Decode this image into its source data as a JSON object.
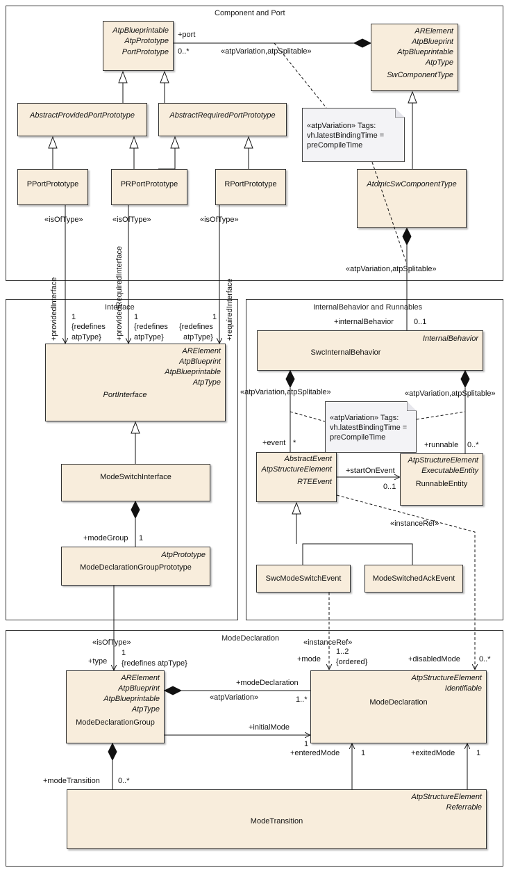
{
  "packages": {
    "component_port": "Component and Port",
    "interface": "Interface",
    "internal_behavior": "InternalBehavior and Runnables",
    "mode_declaration": "ModeDeclaration"
  },
  "classes": {
    "port_prototype": {
      "stereotypes": [
        "AtpBlueprintable",
        "AtpPrototype"
      ],
      "name": "PortPrototype"
    },
    "sw_component_type": {
      "stereotypes": [
        "ARElement",
        "AtpBlueprint",
        "AtpBlueprintable",
        "AtpType"
      ],
      "name": "SwComponentType"
    },
    "abstract_provided": {
      "name": "AbstractProvidedPortPrototype"
    },
    "abstract_required": {
      "name": "AbstractRequiredPortPrototype"
    },
    "pport": {
      "name": "PPortPrototype"
    },
    "prport": {
      "name": "PRPortPrototype"
    },
    "rport": {
      "name": "RPortPrototype"
    },
    "atomic_sw": {
      "name": "AtomicSwComponentType"
    },
    "port_interface": {
      "stereotypes": [
        "ARElement",
        "AtpBlueprint",
        "AtpBlueprintable",
        "AtpType"
      ],
      "name": "PortInterface"
    },
    "mode_switch_interface": {
      "name": "ModeSwitchInterface"
    },
    "mdgp": {
      "stereotypes": [
        "AtpPrototype"
      ],
      "name": "ModeDeclarationGroupPrototype"
    },
    "swc_internal_behavior": {
      "stereotypes": [
        "InternalBehavior"
      ],
      "name": "SwcInternalBehavior"
    },
    "rte_event": {
      "stereotypes": [
        "AbstractEvent",
        "AtpStructureElement"
      ],
      "name": "RTEEvent"
    },
    "runnable": {
      "stereotypes": [
        "AtpStructureElement",
        "ExecutableEntity"
      ],
      "name": "RunnableEntity"
    },
    "swc_mode_switch_event": {
      "name": "SwcModeSwitchEvent"
    },
    "mode_switched_ack_event": {
      "name": "ModeSwitchedAckEvent"
    },
    "mdg": {
      "stereotypes": [
        "ARElement",
        "AtpBlueprint",
        "AtpBlueprintable",
        "AtpType"
      ],
      "name": "ModeDeclarationGroup"
    },
    "mode_declaration": {
      "stereotypes": [
        "AtpStructureElement",
        "Identifiable"
      ],
      "name": "ModeDeclaration"
    },
    "mode_transition": {
      "stereotypes": [
        "AtpStructureElement",
        "Referrable"
      ],
      "name": "ModeTransition"
    }
  },
  "notes": {
    "note1": [
      "«atpVariation» Tags:",
      "vh.latestBindingTime =",
      "preCompileTime"
    ],
    "note2": [
      "«atpVariation» Tags:",
      "vh.latestBindingTime =",
      "preCompileTime"
    ]
  },
  "labels": {
    "port_role": "+port",
    "port_mult": "0..*",
    "port_variation": "«atpVariation,atpSplitable»",
    "atomic_variation": "«atpVariation,atpSplitable»",
    "isoftype_p": "«isOfType»",
    "isoftype_pr": "«isOfType»",
    "isoftype_r": "«isOfType»",
    "provided_interface": "+providedInterface",
    "provided_required_interface": "+providedRequiredInterface",
    "required_interface": "+requiredInterface",
    "mult_1a": "1",
    "mult_1b": "1",
    "mult_1c": "1",
    "redefines_a1": "{redefines",
    "redefines_a2": "atpType}",
    "redefines_b1": "{redefines",
    "redefines_b2": "atpType}",
    "redefines_c1": "{redefines",
    "redefines_c2": "atpType}",
    "internal_behavior_role": "+internalBehavior",
    "internal_behavior_mult": "0..1",
    "event_variation": "«atpVariation,atpSplitable»",
    "runnable_variation": "«atpVariation,atpSplitable»",
    "event_role": "+event",
    "event_mult": "*",
    "runnable_role": "+runnable",
    "runnable_mult": "0..*",
    "start_on_event": "+startOnEvent",
    "start_on_event_mult": "0..1",
    "instance_ref_disabled": "«instanceRef»",
    "mode_group_role": "+modeGroup",
    "mode_group_mult": "1",
    "isoftype_mdg": "«isOfType»",
    "type_role": "+type",
    "type_mult": "1",
    "redefines_type": "{redefines atpType}",
    "instance_ref_mode": "«instanceRef»",
    "mode_role": "+mode",
    "mode_mult": "1..2",
    "mode_ordered": "{ordered}",
    "disabled_mode_role": "+disabledMode",
    "disabled_mode_mult": "0..*",
    "mode_declaration_role": "+modeDeclaration",
    "mode_declaration_variation": "«atpVariation»",
    "mode_declaration_mult": "1..*",
    "initial_mode_role": "+initialMode",
    "initial_mode_mult": "1",
    "entered_mode_role": "+enteredMode",
    "entered_mode_mult": "1",
    "exited_mode_role": "+exitedMode",
    "exited_mode_mult": "1",
    "mode_transition_role": "+modeTransition",
    "mode_transition_mult": "0..*"
  }
}
